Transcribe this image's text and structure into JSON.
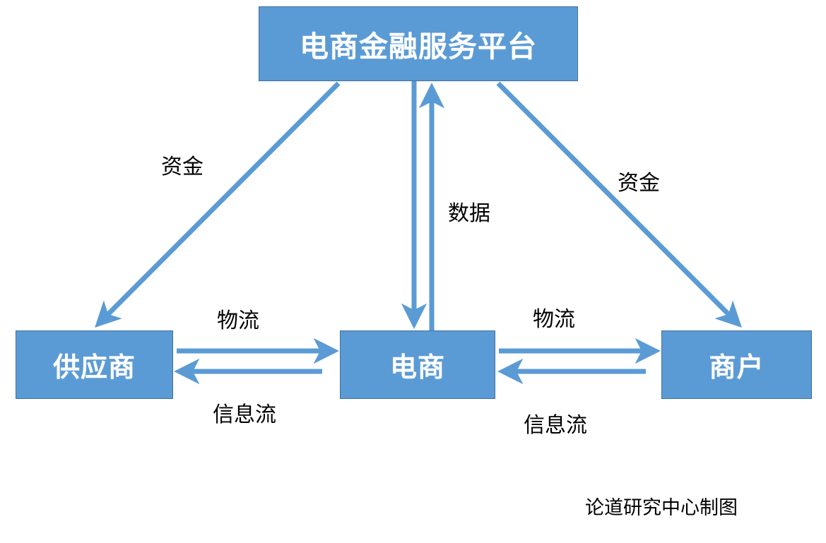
{
  "diagram": {
    "title_text": "电商金融服务平台",
    "accent_color": "#5b9bd5",
    "node_border_color": "#41719c",
    "arrow_color": "#5b9bd5",
    "text_color": "#000000",
    "node_label_color": "#ffffff",
    "nodes": [
      {
        "id": "platform",
        "label": "电商金融服务平台"
      },
      {
        "id": "supplier",
        "label": "供应商"
      },
      {
        "id": "ecommerce",
        "label": "电商"
      },
      {
        "id": "merchant",
        "label": "商户"
      }
    ],
    "edges": [
      {
        "id": "platform-to-supplier",
        "label": "资金",
        "from": "platform",
        "to": "supplier",
        "direction": "one-way"
      },
      {
        "id": "platform-to-merchant",
        "label": "资金",
        "from": "platform",
        "to": "merchant",
        "direction": "one-way"
      },
      {
        "id": "platform-ecommerce",
        "label": "数据",
        "from": "ecommerce",
        "to": "platform",
        "direction": "two-way"
      },
      {
        "id": "supplier-to-ecommerce",
        "label": "物流",
        "from": "supplier",
        "to": "ecommerce",
        "direction": "one-way"
      },
      {
        "id": "ecommerce-to-supplier",
        "label": "信息流",
        "from": "ecommerce",
        "to": "supplier",
        "direction": "one-way"
      },
      {
        "id": "ecommerce-to-merchant",
        "label": "物流",
        "from": "ecommerce",
        "to": "merchant",
        "direction": "one-way"
      },
      {
        "id": "merchant-to-ecommerce",
        "label": "信息流",
        "from": "merchant",
        "to": "ecommerce",
        "direction": "one-way"
      }
    ],
    "credit": "论道研究中心制图"
  }
}
